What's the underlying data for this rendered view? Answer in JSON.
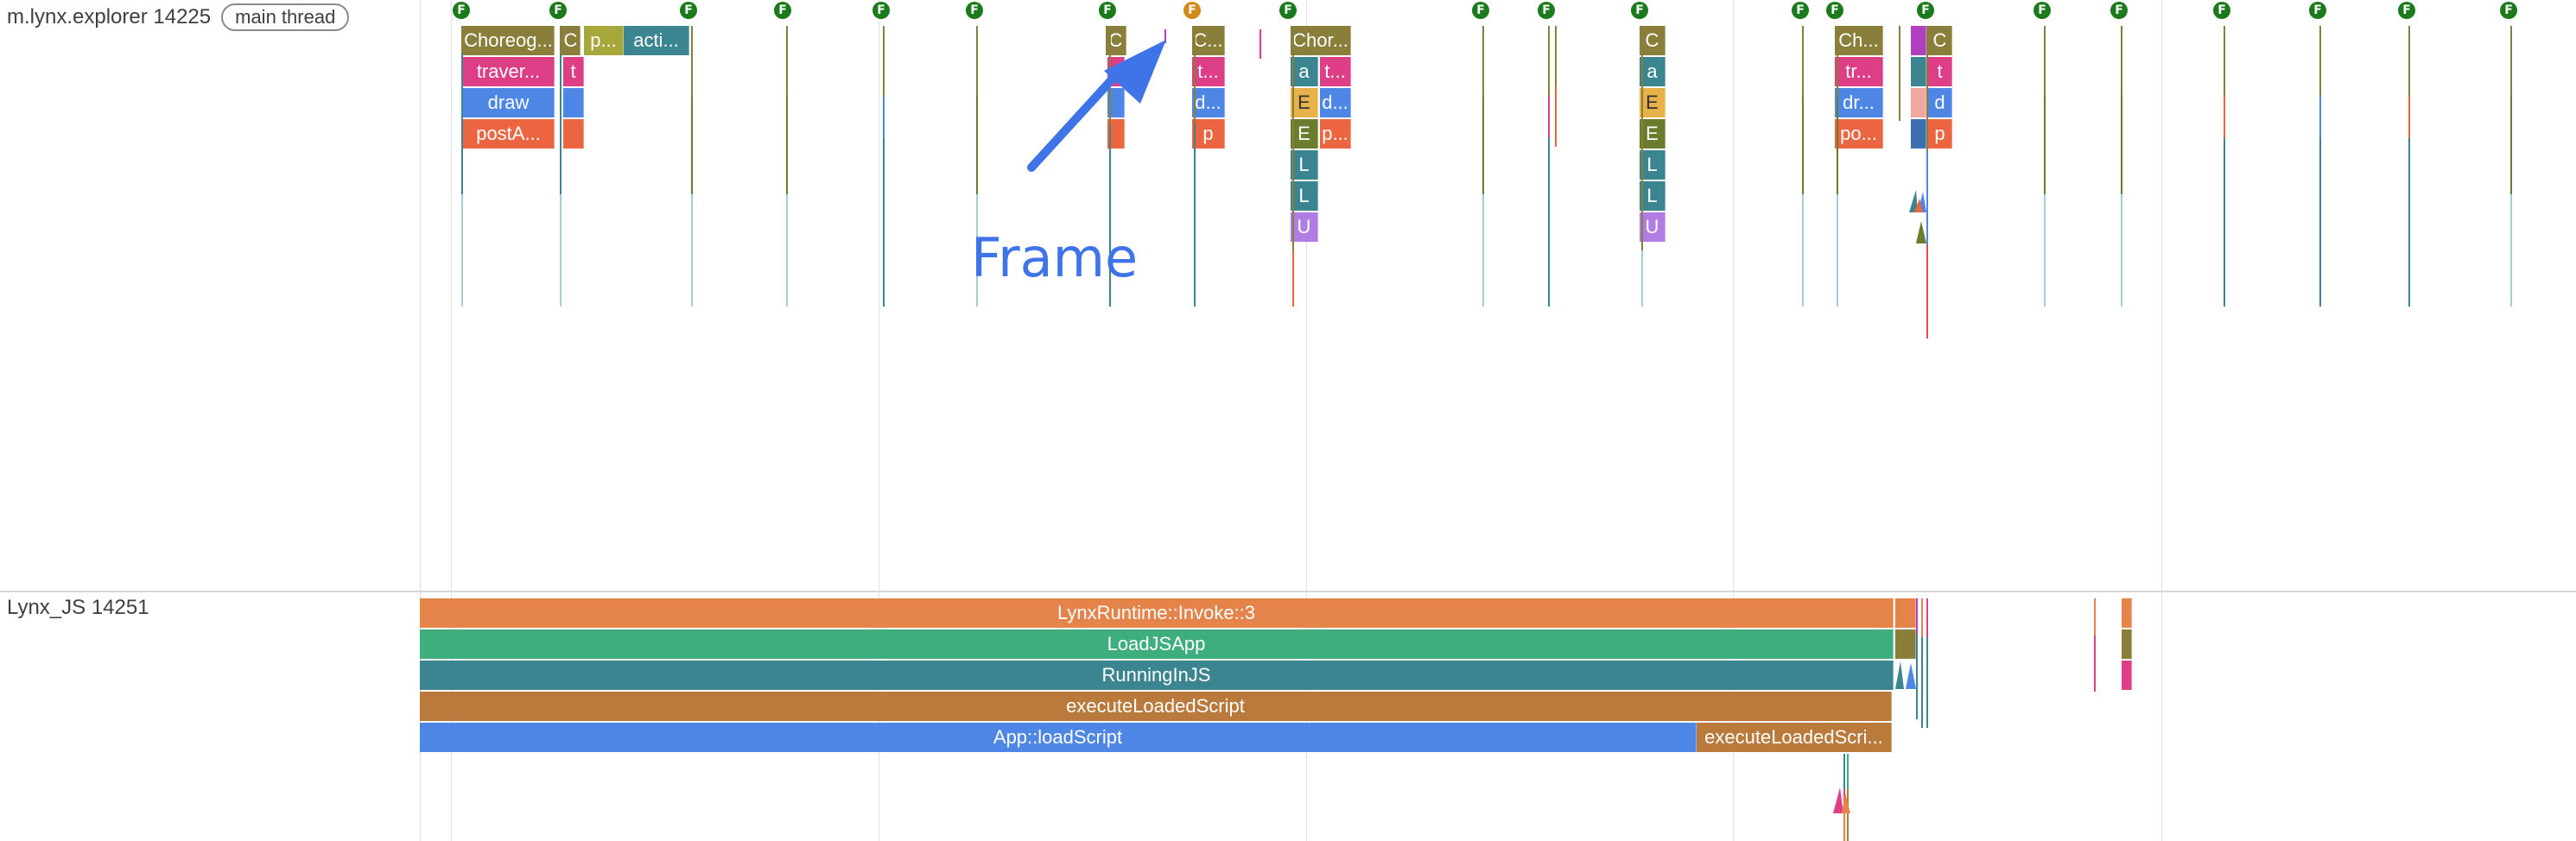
{
  "tracks": {
    "main": {
      "process": "m.lynx.explorer 14225",
      "thread_chip": "main thread"
    },
    "js": {
      "process": "Lynx_JS 14251"
    }
  },
  "frame_markers": {
    "letter": "F"
  },
  "main_slices": {
    "choreographer_1": "Choreog...",
    "c_1": "C",
    "p_1": "p...",
    "acti": "acti...",
    "traversal": "traver...",
    "t_1": "t",
    "draw": "draw",
    "post_a": "postA...",
    "c_2": "C",
    "c_3": "C...",
    "t_2": "t...",
    "d_1": "d...",
    "p_2": "p",
    "chor": "Chor...",
    "a_1": "a",
    "t_3": "t...",
    "e_1": "E",
    "d_2": "d...",
    "e_2": "E",
    "p_3": "p...",
    "l_1": "L",
    "l_2": "L",
    "u_1": "U",
    "c_4": "C",
    "a_2": "a",
    "e_3": "E",
    "e_4": "E",
    "l_3": "L",
    "l_4": "L",
    "u_2": "U",
    "ch": "Ch...",
    "tr": "tr...",
    "dr": "dr...",
    "po": "po...",
    "c_5": "C",
    "t_4": "t",
    "d_3": "d",
    "p_4": "p"
  },
  "js_slices": {
    "invoke": "LynxRuntime::Invoke::3",
    "load_js_app": "LoadJSApp",
    "running_in_js": "RunningInJS",
    "execute_loaded_script": "executeLoadedScript",
    "app_load_script": "App::loadScript",
    "execute_loaded_script_2": "executeLoadedScri..."
  },
  "annotation": {
    "label": "Frame"
  },
  "colors": {
    "orange": "#e4834a",
    "green": "#3fae7f",
    "teal": "#3b8591",
    "brown": "#ba7a3c",
    "blue": "#4e86e6",
    "olive": "#8a7f3a",
    "pink": "#dd3e86",
    "tomato": "#ea6540",
    "purple": "#b07ee3",
    "annotation": "#3f73e8"
  }
}
